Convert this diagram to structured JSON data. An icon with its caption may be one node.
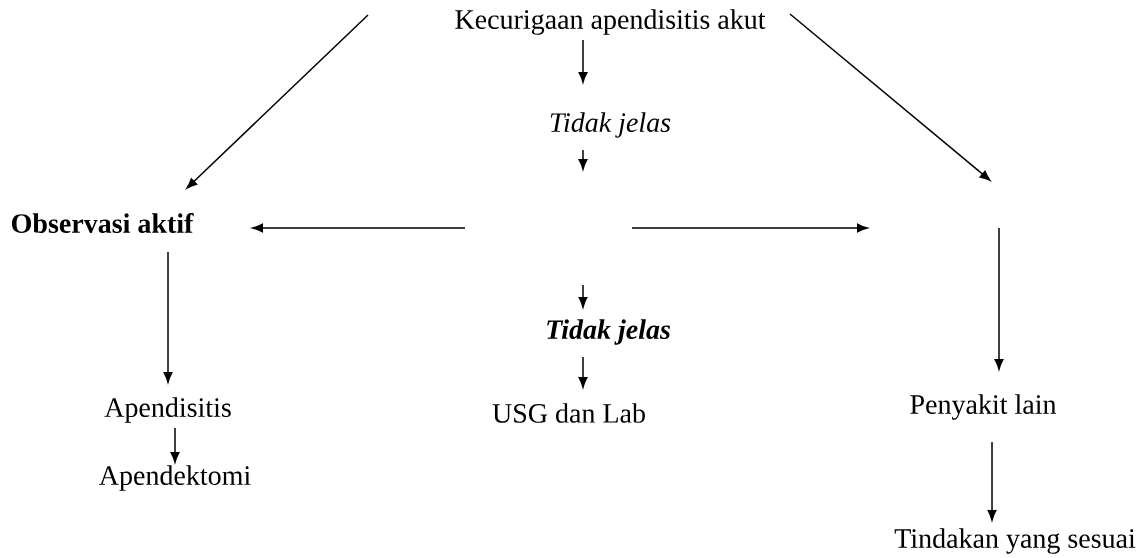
{
  "diagram": {
    "nodes": [
      {
        "text": [
          "Kecurigaan apendisitis akut"
        ]
      },
      {
        "text": [
          "Tidak jelas"
        ]
      },
      {
        "text": [
          "Observasi aktif"
        ]
      },
      {
        "text": [
          "Tidak jelas"
        ]
      },
      {
        "text": [
          "Apendisitis"
        ]
      },
      {
        "text": [
          "USG dan Lab"
        ]
      },
      {
        "text": [
          "Penyakit lain"
        ]
      },
      {
        "text": [
          "Apendektomi"
        ]
      },
      {
        "text": [
          "Tindakan yang sesuai"
        ]
      }
    ],
    "edges": [
      {
        "from": 0,
        "to": 1,
        "arrow": "to"
      },
      {
        "from": 1,
        "to": null,
        "arrow": "to"
      },
      {
        "from": null,
        "to": 2,
        "arrow": "to"
      },
      {
        "from": null,
        "to": 3,
        "arrow": "to"
      },
      {
        "from": null,
        "to": 2,
        "arrow": "to"
      },
      {
        "from": 3,
        "to": 5,
        "arrow": "to"
      },
      {
        "from": 2,
        "to": 4,
        "arrow": "to"
      },
      {
        "from": null,
        "to": 6,
        "arrow": "to"
      },
      {
        "from": 4,
        "to": 7,
        "arrow": "to"
      },
      {
        "from": 6,
        "to": 8,
        "arrow": "to"
      }
    ]
  }
}
